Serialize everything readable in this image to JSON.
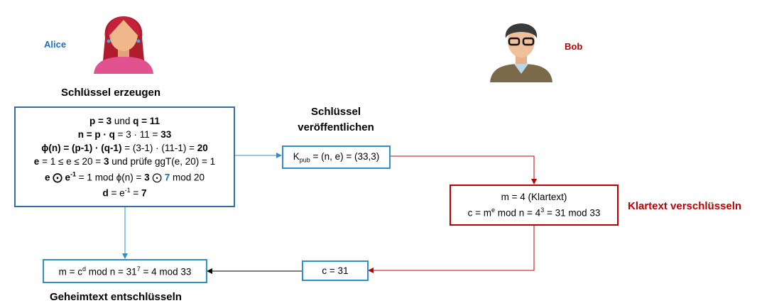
{
  "actors": {
    "alice": "Alice",
    "bob": "Bob"
  },
  "labels": {
    "generate_keys": "Schlüssel erzeugen",
    "publish_keys_1": "Schlüssel",
    "publish_keys_2": "veröffentlichen",
    "encrypt": "Klartext verschlüsseln",
    "decrypt": "Geheimtext entschlüsseln"
  },
  "keygen": {
    "l1": {
      "a": "p = 3",
      "b": " und ",
      "c": "q = 11"
    },
    "l2": {
      "a": "n = p · q",
      "b": " = 3 · 11 = ",
      "c": "33"
    },
    "l3": {
      "a": "ϕ(n) = (p-1) · (q-1)",
      "b": " = (3-1) · (11-1) = ",
      "c": "20"
    },
    "l4": {
      "a": "e",
      "b": "  = 1 ≤ e ≤ 20 = ",
      "c": "3",
      "d": " und prüfe ggT(e, 20) = 1"
    },
    "l5": {
      "a": "e ⨀ e",
      "sup": "-1",
      "b": " = 1 mod ϕ(n) = ",
      "c": "3",
      "d": " ⨀ ",
      "e": "7",
      "f": " mod 20"
    },
    "l6": {
      "a": "d",
      "b": " =  e",
      "sup": "-1",
      "c": " =  ",
      "d": "7"
    }
  },
  "public_key": {
    "k": "K",
    "sub": "pub",
    "rest": " = (n, e) = (33,3)"
  },
  "encrypt_box": {
    "l1": "m = 4 (Klartext)",
    "l2a": "c = m",
    "l2sup": "e",
    "l2b": " mod n = 4",
    "l2sup2": "3",
    "l2c": " = 31 mod 33"
  },
  "cipher_box": {
    "text": "c = 31"
  },
  "decrypt_box": {
    "a": "m = c",
    "sup": "d",
    "b": " mod n = 31",
    "sup2": "7",
    "c": " = 4 mod 33"
  },
  "colors": {
    "alice": "#1f6fbf",
    "bob": "#c00000",
    "accent_blue": "#2e8fd1",
    "red": "#c00000"
  }
}
